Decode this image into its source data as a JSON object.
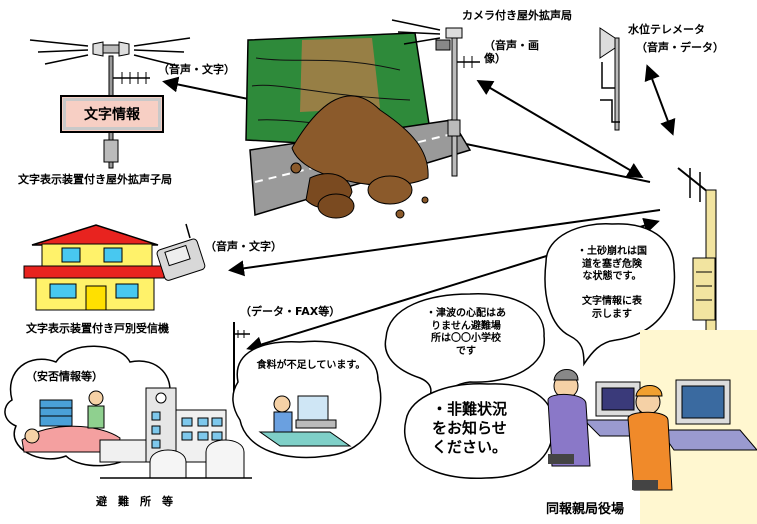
{
  "labels": {
    "audio_text_top": "（音声・文字）",
    "sign_text": "文字情報",
    "outdoor_speaker_text": "文字表示装置付き屋外拡声子局",
    "camera_station": "カメラ付き屋外拡声局",
    "camera_audio_image": "（音声・画\n像）",
    "water_telemeter": "水位テレメータ",
    "telemeter_audio_data": "（音声・データ）",
    "audio_text_mid": "（音声・文字）",
    "household_receiver": "文字表示装置付き戸別受信機",
    "data_fax": "（データ・FAX等）",
    "safety_info": "（安否情報等）",
    "shelter": "避　難　所　等",
    "town_office": "同報親局役場"
  },
  "bubbles": {
    "landslide": "・土砂崩れは国\n道を塞ぎ危険\nな状態です。\n\n文字情報に表\n示します",
    "tsunami": "・津波の心配はあ\nりません避難場\n所は〇〇小学校\nです",
    "food": "食料が不足しています。",
    "evacuation": "・非難状況\nをお知らせ\nください。"
  },
  "colors": {
    "sign_bg": "#f7cfc4",
    "house_roof": "#e8231f",
    "house_wall": "#fff26a",
    "window": "#48c8f0",
    "door": "#ffe000",
    "landslide_bg": "#2e8a3a",
    "rock": "#8b5a2b",
    "tower": "#f2e4a0"
  }
}
